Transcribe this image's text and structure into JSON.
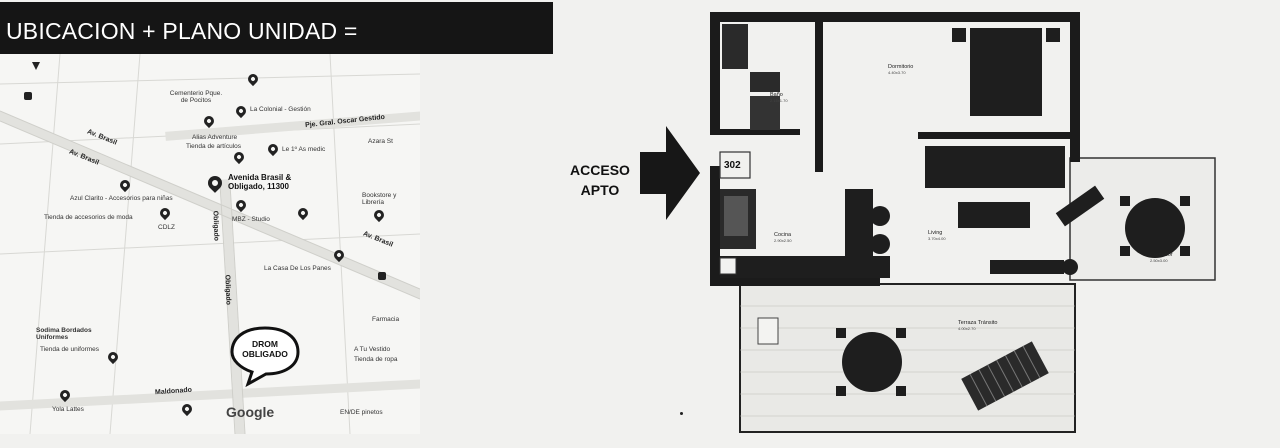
{
  "header": {
    "title": "UBICACION + PLANO UNIDAD ="
  },
  "map": {
    "streets": {
      "av_brasil_1": "Av. Brasil",
      "av_brasil_2": "Av. Brasil",
      "av_brasil_3": "Av. Brasil",
      "obligado_1": "Obligado",
      "obligado_2": "Obligado",
      "maldonado": "Maldonado",
      "pje_gral": "Pje. Gral. Oscar Gestido",
      "azara": "Azara St"
    },
    "places": {
      "cementerio": "Cementerio Pque. de Pocitos",
      "colonial": "La Colonial - Gestión",
      "alias": "Alias Adventure",
      "alias_sub": "Tienda de artículos",
      "le_medic": "Le 1º As medic",
      "avenida": "Avenida Brasil & Obligado, 11300",
      "azul_clarito": "Azul Clarito - Accesorios para niñas",
      "azul_sub": "Tienda de accesorios de moda",
      "cdlz": "CDLZ",
      "mbz": "MBZ - Studio",
      "bookstore": "Bookstore y Librería",
      "casa": "La Casa De Los Panes",
      "farmacia": "Farmacia",
      "sodima": "Sodima Bordados Uniformes",
      "sodima_sub": "Tienda de uniformes",
      "tu_vestido": "A Tu Vestido",
      "tu_vestido_sub": "Tienda de ropa",
      "yola": "Yola Lattes",
      "en_de": "EN/DE pinetos",
      "google": "Google"
    },
    "bubble": {
      "line1": "DROM",
      "line2": "OBLIGADO"
    }
  },
  "access": {
    "line1": "ACCESO",
    "line2": "APTO"
  },
  "plan": {
    "unit": "302",
    "rooms": {
      "dormitorio": "Dormitorio",
      "dormitorio_area": "4.40x3.70",
      "bano": "Baño",
      "bano_area": "2.15x1.70",
      "cocina": "Cocina",
      "cocina_area": "2.90x2.50",
      "living": "Living",
      "living_area": "3.70x4.00",
      "comedor": "Comedor",
      "comedor_area": "2.50x3.00",
      "terraza": "Terraza Tránsito",
      "terraza_area": "4.00x2.70"
    }
  }
}
